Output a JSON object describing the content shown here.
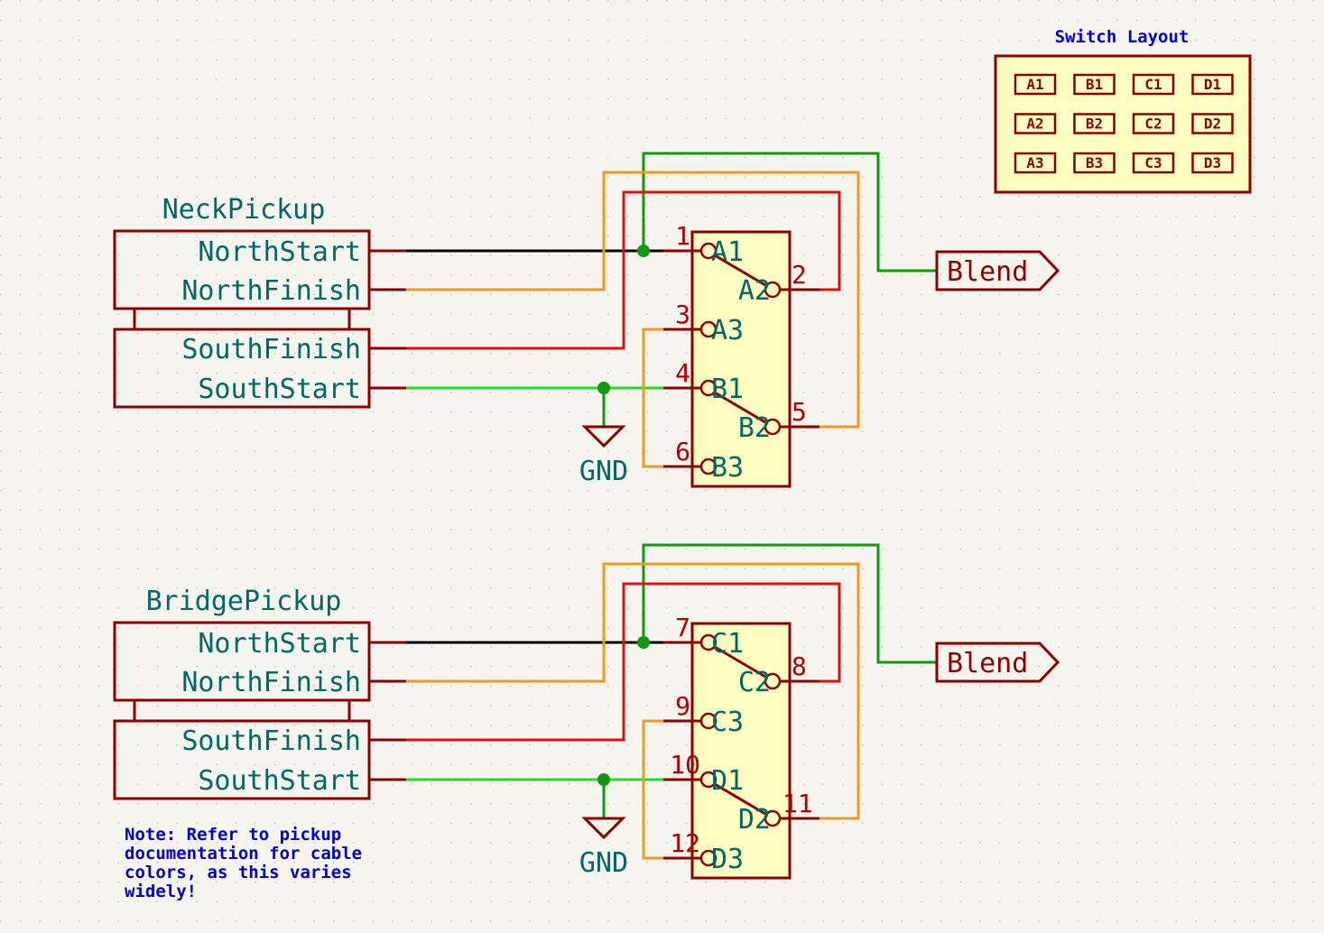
{
  "colors": {
    "background": "#f5f4ef",
    "component_body": "#8a0000",
    "switch_fill": "#ffffc2",
    "pin_text": "#006666",
    "pin_number": "#aa0000",
    "wire_black": "#000000",
    "wire_orange": "#ee9922",
    "wire_red": "#dd1111",
    "wire_bright_green": "#22dd22",
    "wire_green": "#119911",
    "junction": "#119911",
    "note_text": "#0000c2"
  },
  "switch_layout": {
    "title": "Switch Layout",
    "rows": [
      [
        "A1",
        "B1",
        "C1",
        "D1"
      ],
      [
        "A2",
        "B2",
        "C2",
        "D2"
      ],
      [
        "A3",
        "B3",
        "C3",
        "D3"
      ]
    ]
  },
  "pickups": [
    {
      "name": "NeckPickup",
      "pins": [
        "NorthStart",
        "NorthFinish",
        "SouthFinish",
        "SouthStart"
      ]
    },
    {
      "name": "BridgePickup",
      "pins": [
        "NorthStart",
        "NorthFinish",
        "SouthFinish",
        "SouthStart"
      ]
    }
  ],
  "switches": [
    {
      "pins": [
        {
          "name": "A1",
          "num": "1"
        },
        {
          "name": "A2",
          "num": "2"
        },
        {
          "name": "A3",
          "num": "3"
        },
        {
          "name": "B1",
          "num": "4"
        },
        {
          "name": "B2",
          "num": "5"
        },
        {
          "name": "B3",
          "num": "6"
        }
      ]
    },
    {
      "pins": [
        {
          "name": "C1",
          "num": "7"
        },
        {
          "name": "C2",
          "num": "8"
        },
        {
          "name": "C3",
          "num": "9"
        },
        {
          "name": "D1",
          "num": "10"
        },
        {
          "name": "D2",
          "num": "11"
        },
        {
          "name": "D3",
          "num": "12"
        }
      ]
    }
  ],
  "ground_label": "GND",
  "output_label": "Blend",
  "note_lines": [
    "Note: Refer to pickup",
    "documentation for cable",
    "colors, as this varies",
    "widely!"
  ]
}
